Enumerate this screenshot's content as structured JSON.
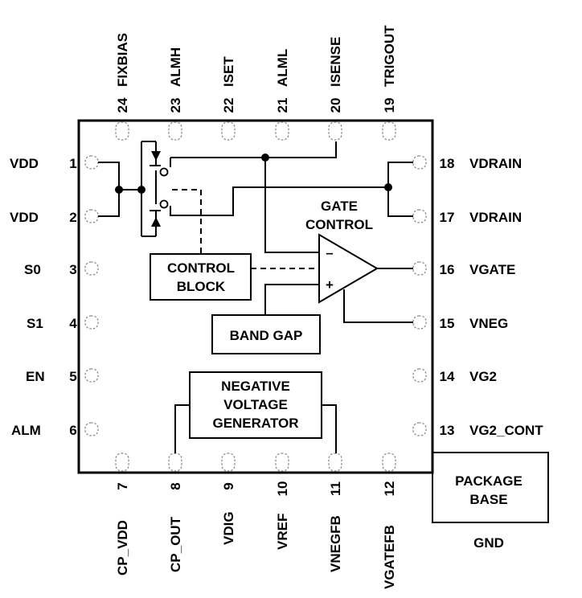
{
  "pins": {
    "p1": {
      "num": "1",
      "name": "VDD"
    },
    "p2": {
      "num": "2",
      "name": "VDD"
    },
    "p3": {
      "num": "3",
      "name": "S0"
    },
    "p4": {
      "num": "4",
      "name": "S1"
    },
    "p5": {
      "num": "5",
      "name": "EN"
    },
    "p6": {
      "num": "6",
      "name": "ALM"
    },
    "p7": {
      "num": "7",
      "name": "CP_VDD"
    },
    "p8": {
      "num": "8",
      "name": "CP_OUT"
    },
    "p9": {
      "num": "9",
      "name": "VDIG"
    },
    "p10": {
      "num": "10",
      "name": "VREF"
    },
    "p11": {
      "num": "11",
      "name": "VNEGFB"
    },
    "p12": {
      "num": "12",
      "name": "VGATEFB"
    },
    "p13": {
      "num": "13",
      "name": "VG2_CONT"
    },
    "p14": {
      "num": "14",
      "name": "VG2"
    },
    "p15": {
      "num": "15",
      "name": "VNEG"
    },
    "p16": {
      "num": "16",
      "name": "VGATE"
    },
    "p17": {
      "num": "17",
      "name": "VDRAIN"
    },
    "p18": {
      "num": "18",
      "name": "VDRAIN"
    },
    "p19": {
      "num": "19",
      "name": "TRIGOUT"
    },
    "p20": {
      "num": "20",
      "name": "ISENSE"
    },
    "p21": {
      "num": "21",
      "name": "ALML"
    },
    "p22": {
      "num": "22",
      "name": "ISET"
    },
    "p23": {
      "num": "23",
      "name": "ALMH"
    },
    "p24": {
      "num": "24",
      "name": "FIXBIAS"
    }
  },
  "blocks": {
    "gate_control": {
      "line1": "GATE",
      "line2": "CONTROL"
    },
    "control_block": {
      "line1": "CONTROL",
      "line2": "BLOCK"
    },
    "band_gap": {
      "line1": "BAND GAP"
    },
    "neg_voltage_gen": {
      "line1": "NEGATIVE",
      "line2": "VOLTAGE",
      "line3": "GENERATOR"
    },
    "package_base": {
      "line1": "PACKAGE",
      "line2": "BASE"
    },
    "gnd": {
      "label": "GND"
    }
  },
  "opamp": {
    "minus": "–",
    "plus": "+"
  }
}
